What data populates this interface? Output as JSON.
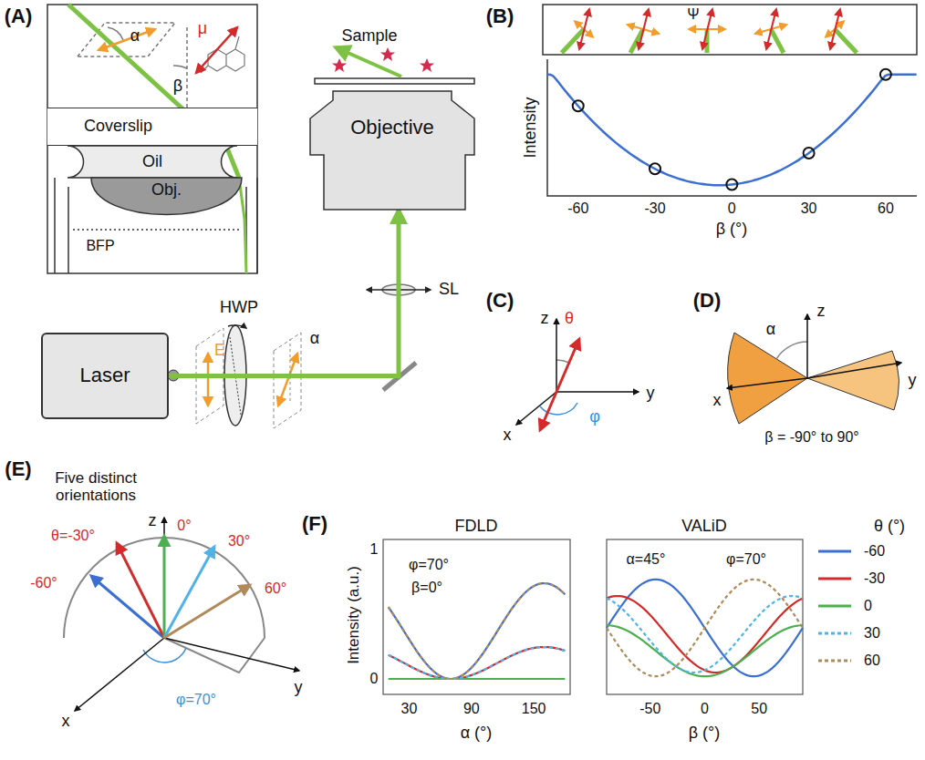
{
  "diagram": {
    "nodes": [
      {
        "text": [
          "Coverslip"
        ]
      },
      {
        "text": [
          "Oil"
        ]
      },
      {
        "text": [
          "Obj."
        ]
      },
      {
        "text": [
          "Objective"
        ]
      },
      {
        "text": [
          "Laser"
        ]
      }
    ],
    "edges": [
      {
        "from": 4,
        "to": 3,
        "arrow": "to"
      }
    ],
    "labels": [
      "(A)",
      "α",
      "β",
      "μ",
      "Sample",
      "BFP",
      "HWP",
      "E",
      "α",
      "SL",
      "(B)",
      "Ψ",
      "Intensity",
      "-60",
      "-30",
      "0",
      "30",
      "60",
      "β (°)",
      "(C)",
      "z",
      "θ",
      "x",
      "φ",
      "y",
      "(D)",
      "z",
      "α",
      "x",
      "y",
      "β = -90° to 90°",
      "(E)",
      "Five distinct orientations",
      "z",
      "θ=-30°",
      "0°",
      "30°",
      "60°",
      "-60°",
      "x",
      "φ=70°",
      "y",
      "(F)",
      "FDLD",
      "VALiD",
      "φ=70°",
      "β=0°",
      "1",
      "0",
      "Intensity (a.u.)",
      "30",
      "90",
      "150",
      "α (°)",
      "α=45°",
      "φ=70°",
      "-50",
      "0",
      "50",
      "β (°)",
      "θ (°)"
    ],
    "legend": [
      {
        "text": "-60",
        "color": "#3b6fd1"
      },
      {
        "text": "-30",
        "color": "#d42a2a"
      },
      {
        "text": "0",
        "color": "#4caf50"
      },
      {
        "text": "30",
        "color": "#4fb3e8"
      },
      {
        "text": "60",
        "color": "#b08a5a"
      }
    ]
  }
}
